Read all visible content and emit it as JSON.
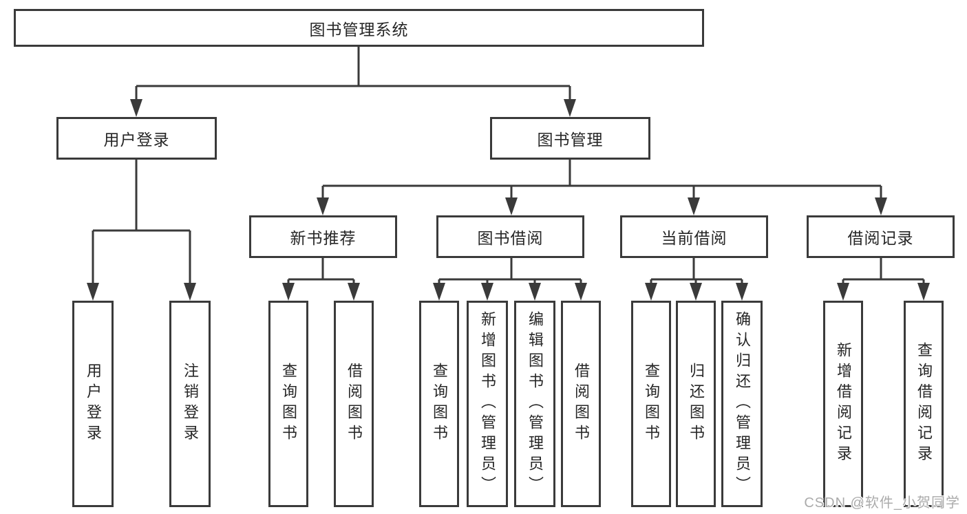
{
  "tree": {
    "label": "图书管理系统",
    "children": [
      {
        "label": "用户登录",
        "children": [
          {
            "label": "用户登录"
          },
          {
            "label": "注销登录"
          }
        ]
      },
      {
        "label": "图书管理",
        "children": [
          {
            "label": "新书推荐",
            "children": [
              {
                "label": "查询图书"
              },
              {
                "label": "借阅图书"
              }
            ]
          },
          {
            "label": "图书借阅",
            "children": [
              {
                "label": "查询图书"
              },
              {
                "label": "新增图书（管理员）"
              },
              {
                "label": "编辑图书（管理员）"
              },
              {
                "label": "借阅图书"
              }
            ]
          },
          {
            "label": "当前借阅",
            "children": [
              {
                "label": "查询图书"
              },
              {
                "label": "归还图书"
              },
              {
                "label": "确认归还（管理员）"
              }
            ]
          },
          {
            "label": "借阅记录",
            "children": [
              {
                "label": "新增借阅记录"
              },
              {
                "label": "查询借阅记录"
              }
            ]
          }
        ]
      }
    ]
  },
  "watermark": "CSDN @软件_小贺同学",
  "colors": {
    "line": "#3a3a3a",
    "text": "#262626",
    "watermark": "#ababab",
    "background": "#ffffff"
  }
}
